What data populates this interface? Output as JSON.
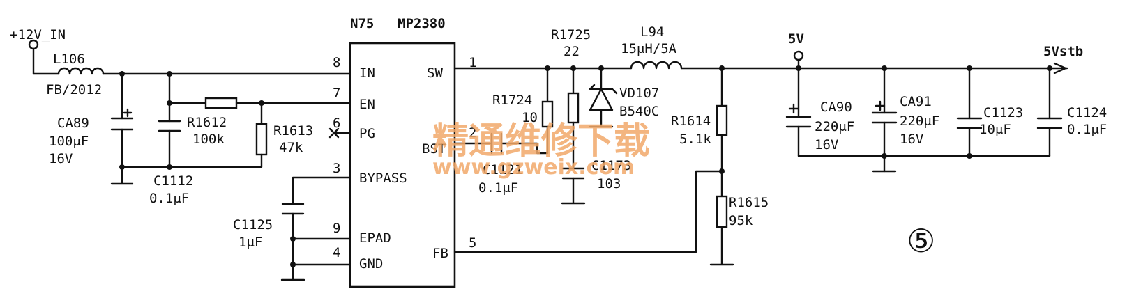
{
  "ic": {
    "ref": "N75",
    "part": "MP2380"
  },
  "pins": {
    "in": {
      "num": "8",
      "name": "IN"
    },
    "en": {
      "num": "7",
      "name": "EN"
    },
    "pg": {
      "num": "6",
      "name": "PG"
    },
    "bst": {
      "num": "2",
      "name": "BST"
    },
    "bypass": {
      "num": "3",
      "name": "BYPASS"
    },
    "epad": {
      "num": "9",
      "name": "EPAD"
    },
    "gnd": {
      "num": "4",
      "name": "GND"
    },
    "sw": {
      "num": "1",
      "name": "SW"
    },
    "fb": {
      "num": "5",
      "name": "FB"
    }
  },
  "nets": {
    "vin": "+12V_IN",
    "v5": "5V",
    "v5stb": "5Vstb"
  },
  "components": {
    "l106": {
      "ref": "L106",
      "value": "FB/2012"
    },
    "ca89": {
      "ref": "CA89",
      "value": "100μF",
      "voltage": "16V"
    },
    "c1112": {
      "ref": "C1112",
      "value": "0.1μF"
    },
    "r1612": {
      "ref": "R1612",
      "value": "100k"
    },
    "r1613": {
      "ref": "R1613",
      "value": "47k"
    },
    "c1125": {
      "ref": "C1125",
      "value": "1μF"
    },
    "r1725": {
      "ref": "R1725",
      "value": "22"
    },
    "r1724": {
      "ref": "R1724",
      "value": "10"
    },
    "c1121": {
      "ref": "C1121",
      "value": "0.1μF"
    },
    "c1173": {
      "ref": "C1173",
      "value": "103"
    },
    "vd107": {
      "ref": "VD107",
      "value": "B540C"
    },
    "l94": {
      "ref": "L94",
      "value": "15μH/5A"
    },
    "r1614": {
      "ref": "R1614",
      "value": "5.1k"
    },
    "r1615": {
      "ref": "R1615",
      "value": "95k"
    },
    "ca90": {
      "ref": "CA90",
      "value": "220μF",
      "voltage": "16V"
    },
    "ca91": {
      "ref": "CA91",
      "value": "220μF",
      "voltage": "16V"
    },
    "c1123": {
      "ref": "C1123",
      "value": "10μF"
    },
    "c1124": {
      "ref": "C1124",
      "value": "0.1μF"
    }
  },
  "circle_label": "⑤",
  "watermark": {
    "cn": "精通维修下载",
    "url": "www.gzweix.com"
  }
}
